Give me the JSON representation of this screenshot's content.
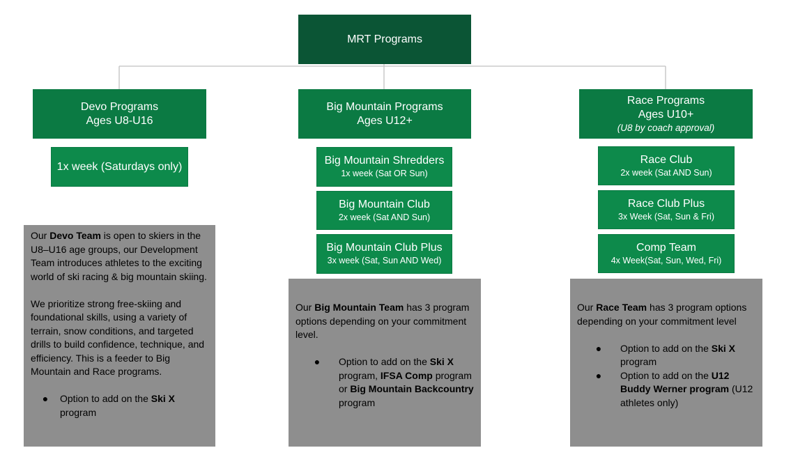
{
  "root": {
    "label": "MRT Programs"
  },
  "columns": [
    {
      "title": "Devo Programs",
      "ages": "Ages U8-U16",
      "subs": [
        {
          "name": "1x week (Saturdays only)"
        }
      ],
      "desc": {
        "p1_a": "Our ",
        "p1_b": "Devo Team",
        "p1_c": " is open to skiers in the U8–U16 age groups, our Development Team introduces athletes to the exciting world of ski racing & big mountain skiing.",
        "p2": "We prioritize strong free-skiing and foundational skills, using a variety of terrain, snow conditions, and targeted drills to build confidence, technique, and efficiency.  This is a feeder to Big Mountain and Race programs.",
        "b1_a": "Option to add on the ",
        "b1_b": "Ski X",
        "b1_c": " program"
      }
    },
    {
      "title": "Big Mountain Programs",
      "ages": "Ages U12+",
      "subs": [
        {
          "name": "Big Mountain Shredders",
          "freq": "1x week (Sat OR Sun)"
        },
        {
          "name": "Big Mountain Club",
          "freq": "2x week (Sat AND Sun)"
        },
        {
          "name": "Big Mountain Club Plus",
          "freq": "3x week (Sat, Sun AND Wed)"
        }
      ],
      "desc": {
        "p1_a": "Our ",
        "p1_b": "Big Mountain Team",
        "p1_c": " has 3 program options depending on your commitment level.",
        "b1_a": "Option to add on the ",
        "b1_b": "Ski X",
        "b1_c": " program, ",
        "b1_d": "IFSA Comp",
        "b1_e": " program or ",
        "b1_f": "Big Mountain Backcountry",
        "b1_g": " program"
      }
    },
    {
      "title": "Race Programs",
      "ages": "Ages U10+",
      "note": "(U8 by coach approval)",
      "subs": [
        {
          "name": "Race Club",
          "freq": "2x week (Sat AND Sun)"
        },
        {
          "name": "Race Club Plus",
          "freq": "3x Week (Sat, Sun & Fri)"
        },
        {
          "name": "Comp Team",
          "freq": "4x Week(Sat, Sun, Wed, Fri)"
        }
      ],
      "desc": {
        "p1_a": "Our ",
        "p1_b": "Race Team",
        "p1_c": " has 3 program options depending on your commitment level",
        "b1_a": "Option to add on the ",
        "b1_b": "Ski X",
        "b1_c": " program",
        "b2_a": "Option to add on the ",
        "b2_b": "U12 Buddy Werner program",
        "b2_c": " (U12 athletes only)"
      }
    }
  ],
  "bullet_glyph": "●"
}
